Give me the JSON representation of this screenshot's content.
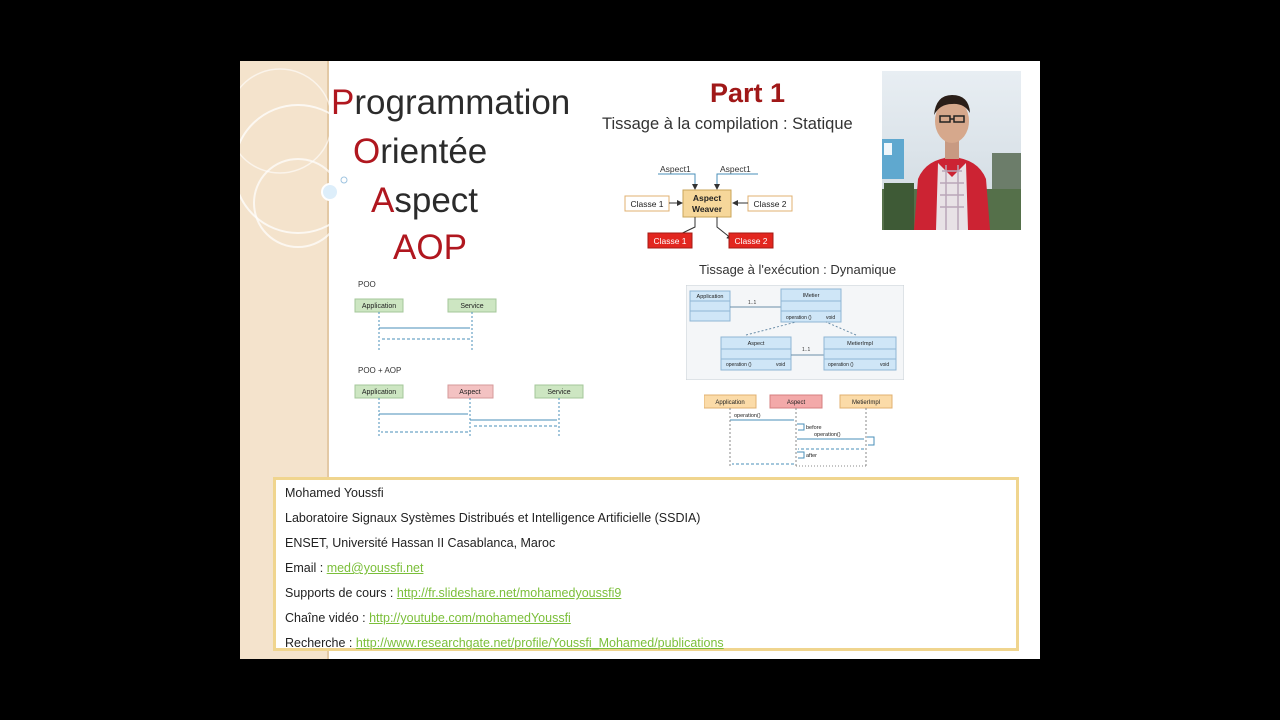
{
  "slide": {
    "title_lines": [
      {
        "first": "P",
        "rest": "rogrammation"
      },
      {
        "first": "O",
        "rest": "rientée"
      },
      {
        "first": "A",
        "rest": "spect"
      },
      {
        "first": "",
        "rest": "AOP"
      }
    ],
    "part_label": "Part 1",
    "static_weaving": "Tissage à la compilation : Statique",
    "dynamic_weaving": "Tissage à l'exécution : Dynamique",
    "weaver_diagram": {
      "aspect_top_left": "Aspect1",
      "aspect_top_right": "Aspect1",
      "weaver_line1": "Aspect",
      "weaver_line2": "Weaver",
      "class_in_1": "Classe 1",
      "class_in_2": "Classe 2",
      "class_out_1": "Classe 1",
      "class_out_2": "Classe 2"
    },
    "poo_diagram": {
      "label": "POO",
      "app": "Application",
      "service": "Service"
    },
    "poo_aop_diagram": {
      "label": "POO + AOP",
      "app": "Application",
      "aspect": "Aspect",
      "service": "Service"
    },
    "uml_diagram": {
      "application": "Application",
      "metier": "IMetier",
      "metier_op": "operation ()",
      "metier_ret": "void",
      "aspect": "Aspect",
      "aspect_op": "operation ()",
      "aspect_ret": "void",
      "metier_impl": "MetierImpl",
      "impl_op": "operation ()",
      "impl_ret": "void",
      "mult1": "1..1",
      "mult2": "1..1"
    },
    "seq_diagram": {
      "application": "Application",
      "aspect": "Aspect",
      "metier_impl": "MetierImpl",
      "msg1": "operation()",
      "before": "before",
      "msg2": "operation()",
      "after": "after"
    },
    "info": {
      "name": "Mohamed Youssfi",
      "lab": "Laboratoire Signaux Systèmes Distribués et Intelligence Artificielle (SSDIA)",
      "univ": "ENSET, Université Hassan II Casablanca, Maroc",
      "email_label": "Email : ",
      "email": "med@youssfi.net",
      "courses_label": "Supports de cours : ",
      "courses_url": "http://fr.slideshare.net/mohamedyoussfi9",
      "video_label": "Chaîne vidéo : ",
      "video_url": "http://youtube.com/mohamedYoussfi",
      "research_label": "Recherche : ",
      "research_url": "http://www.researchgate.net/profile/Youssfi_Mohamed/publications"
    }
  },
  "colors": {
    "title_accent": "#b0171f",
    "stripe": "#f4e3cc",
    "link": "#7bbf3a",
    "info_border": "#f0d58e"
  }
}
